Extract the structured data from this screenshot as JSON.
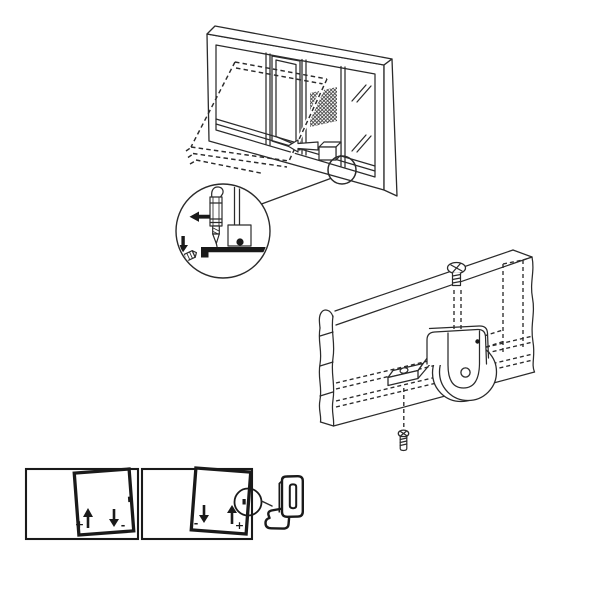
{
  "document": {
    "kind": "installation-instruction-line-drawing",
    "colors": {
      "background": "#ffffff",
      "line": "#2b2b2b",
      "ink": "#1a1a1a"
    }
  },
  "adjustment_panels": {
    "left": {
      "raise_label": "+",
      "lower_label": "-"
    },
    "right": {
      "lower_label": "-",
      "raise_label": "+"
    }
  },
  "icons": {
    "slide_arrow": "left-flat-arrow",
    "push_left_arrow": "left-solid-arrow",
    "push_down_arrow": "down-solid-arrow",
    "raise_arrow": "up-solid-arrow",
    "lower_arrow": "down-solid-arrow",
    "top_screw": "phillips-screw",
    "bottom_screw": "phillips-screw",
    "adjuster_screw": "slotted-screw"
  }
}
